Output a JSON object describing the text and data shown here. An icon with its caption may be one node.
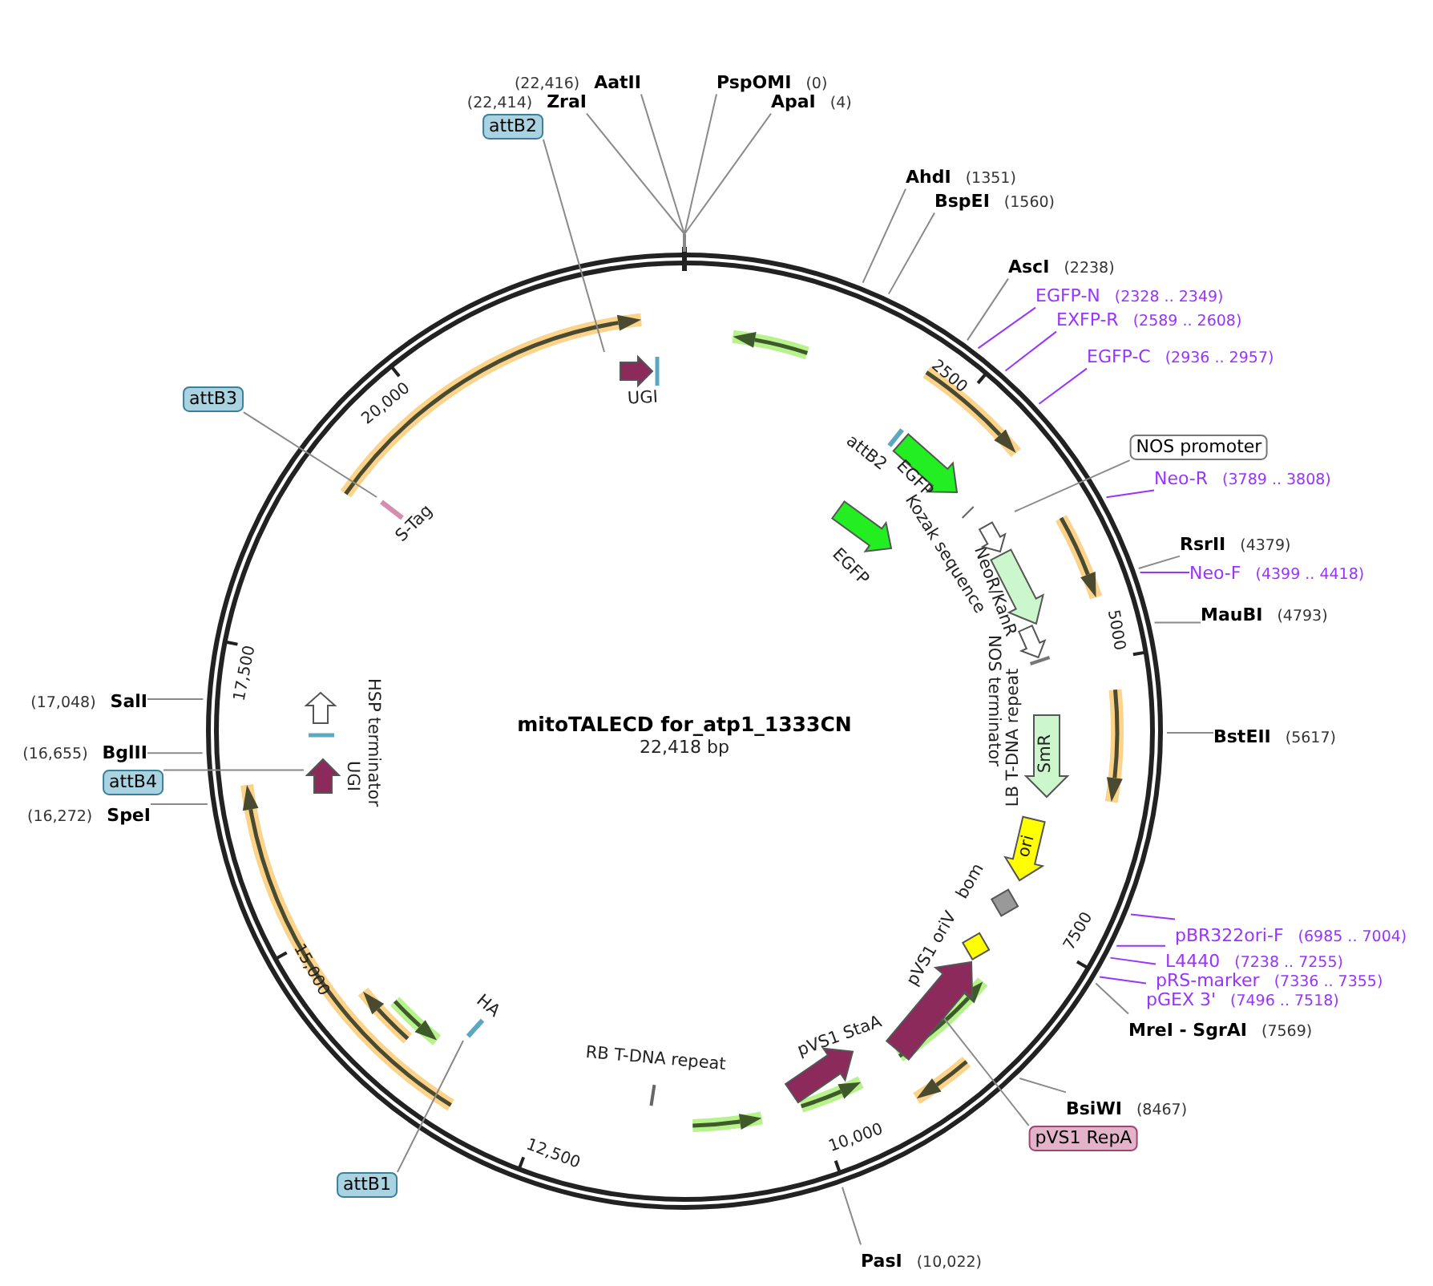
{
  "diagram": {
    "title": "mitoTALECD for_atp1_1333CN",
    "nodes": [
      {
        "text": [
          "(22,416)",
          "AatII"
        ]
      },
      {
        "text": [
          "PspOMI",
          "(0)"
        ]
      },
      {
        "text": [
          "(22,414)",
          "ZraI"
        ]
      },
      {
        "text": [
          "ApaI",
          "(4)"
        ]
      },
      {
        "text": [
          "attB2"
        ]
      },
      {
        "text": [
          "AhdI",
          "(1351)"
        ]
      },
      {
        "text": [
          "BspEI",
          "(1560)"
        ]
      },
      {
        "text": [
          "AscI",
          "(2238)"
        ]
      },
      {
        "text": [
          "EGFP-N",
          "(2328 .. 2349)"
        ]
      },
      {
        "text": [
          "EXFP-R",
          "(2589 .. 2608)"
        ]
      },
      {
        "text": [
          "EGFP-C",
          "(2936 .. 2957)"
        ]
      },
      {
        "text": [
          "attB3"
        ]
      },
      {
        "text": [
          "NOS promoter"
        ]
      },
      {
        "text": [
          "Neo-R",
          "(3789 .. 3808)"
        ]
      },
      {
        "text": [
          "RsrII",
          "(4379)"
        ]
      },
      {
        "text": [
          "Neo-F",
          "(4399 .. 4418)"
        ]
      },
      {
        "text": [
          "MauBI",
          "(4793)"
        ]
      },
      {
        "text": [
          "(17,048)",
          "SalI"
        ]
      },
      {
        "text": [
          "BstEII",
          "(5617)"
        ]
      },
      {
        "text": [
          "(16,655)",
          "BglII"
        ]
      },
      {
        "text": [
          "attB4"
        ]
      },
      {
        "text": [
          "(16,272)",
          "SpeI"
        ]
      },
      {
        "text": [
          "pBR322ori-F",
          "(6985 .. 7004)"
        ]
      },
      {
        "text": [
          "L4440",
          "(7238 .. 7255)"
        ]
      },
      {
        "text": [
          "pRS-marker",
          "(7336 .. 7355)"
        ]
      },
      {
        "text": [
          "pGEX 3'",
          "(7496 .. 7518)"
        ]
      },
      {
        "text": [
          "MreI - SgrAI",
          "(7569)"
        ]
      },
      {
        "text": [
          "BsiWI",
          "(8467)"
        ]
      },
      {
        "text": [
          "pVS1 RepA"
        ]
      },
      {
        "text": [
          "attB1"
        ]
      },
      {
        "text": [
          "PasI",
          "(10,022)"
        ]
      },
      {
        "text": [
          "UGI"
        ]
      },
      {
        "text": [
          "attB2"
        ]
      },
      {
        "text": [
          "EGFP"
        ]
      },
      {
        "text": [
          "EGFP"
        ]
      },
      {
        "text": [
          "Kozak sequence"
        ]
      },
      {
        "text": [
          "NeoR/KanR"
        ]
      },
      {
        "text": [
          "NOS terminator"
        ]
      },
      {
        "text": [
          "LB T-DNA repeat"
        ]
      },
      {
        "text": [
          "SmR"
        ]
      },
      {
        "text": [
          "ori"
        ]
      },
      {
        "text": [
          "bom"
        ]
      },
      {
        "text": [
          "pVS1 oriV"
        ]
      },
      {
        "text": [
          "pVS1 StaA"
        ]
      },
      {
        "text": [
          "RB T-DNA repeat"
        ]
      },
      {
        "text": [
          "HA"
        ]
      },
      {
        "text": [
          "S-Tag"
        ]
      },
      {
        "text": [
          "HSP terminator"
        ]
      },
      {
        "text": [
          "UGI"
        ]
      },
      {
        "text": [],
        "shape": "arrow"
      },
      {
        "text": [],
        "shape": "arrow"
      }
    ],
    "edges": [
      {
        "from": 0,
        "to": null,
        "arrow": "none"
      },
      {
        "from": 1,
        "to": null,
        "arrow": "none"
      },
      {
        "from": 2,
        "to": null,
        "arrow": "none"
      },
      {
        "from": 3,
        "to": null,
        "arrow": "none"
      },
      {
        "from": 4,
        "to": 31,
        "arrow": "none"
      },
      {
        "from": 5,
        "to": null,
        "arrow": "none"
      },
      {
        "from": 6,
        "to": null,
        "arrow": "none"
      },
      {
        "from": 7,
        "to": null,
        "arrow": "none"
      },
      {
        "from": 8,
        "to": null,
        "arrow": "none",
        "color": "#9933ff"
      },
      {
        "from": 9,
        "to": null,
        "arrow": "none",
        "color": "#9933ff"
      },
      {
        "from": 10,
        "to": null,
        "arrow": "none",
        "color": "#9933ff"
      },
      {
        "from": 11,
        "to": 46,
        "arrow": "none"
      },
      {
        "from": 12,
        "to": 49,
        "arrow": "none"
      },
      {
        "from": 13,
        "to": null,
        "arrow": "none",
        "color": "#9933ff"
      },
      {
        "from": 14,
        "to": null,
        "arrow": "none"
      },
      {
        "from": 15,
        "to": null,
        "arrow": "none",
        "color": "#9933ff"
      },
      {
        "from": 16,
        "to": null,
        "arrow": "none"
      },
      {
        "from": 17,
        "to": null,
        "arrow": "none"
      },
      {
        "from": 18,
        "to": null,
        "arrow": "none"
      },
      {
        "from": 19,
        "to": null,
        "arrow": "none"
      },
      {
        "from": 20,
        "to": 48,
        "arrow": "none"
      },
      {
        "from": 21,
        "to": null,
        "arrow": "none"
      },
      {
        "from": 22,
        "to": null,
        "arrow": "none",
        "color": "#9933ff"
      },
      {
        "from": 23,
        "to": null,
        "arrow": "none",
        "color": "#9933ff"
      },
      {
        "from": 24,
        "to": null,
        "arrow": "none",
        "color": "#9933ff"
      },
      {
        "from": 25,
        "to": null,
        "arrow": "none",
        "color": "#9933ff"
      },
      {
        "from": 26,
        "to": null,
        "arrow": "none"
      },
      {
        "from": 27,
        "to": null,
        "arrow": "none"
      },
      {
        "from": 28,
        "to": 50,
        "arrow": "none"
      },
      {
        "from": 29,
        "to": 45,
        "arrow": "none"
      },
      {
        "from": 30,
        "to": null,
        "arrow": "none"
      }
    ],
    "labels": [
      "2500",
      "20,000",
      "5000",
      "17,500",
      "22,418 bp",
      "7500",
      "15,000",
      "10,000",
      "12,500"
    ]
  }
}
